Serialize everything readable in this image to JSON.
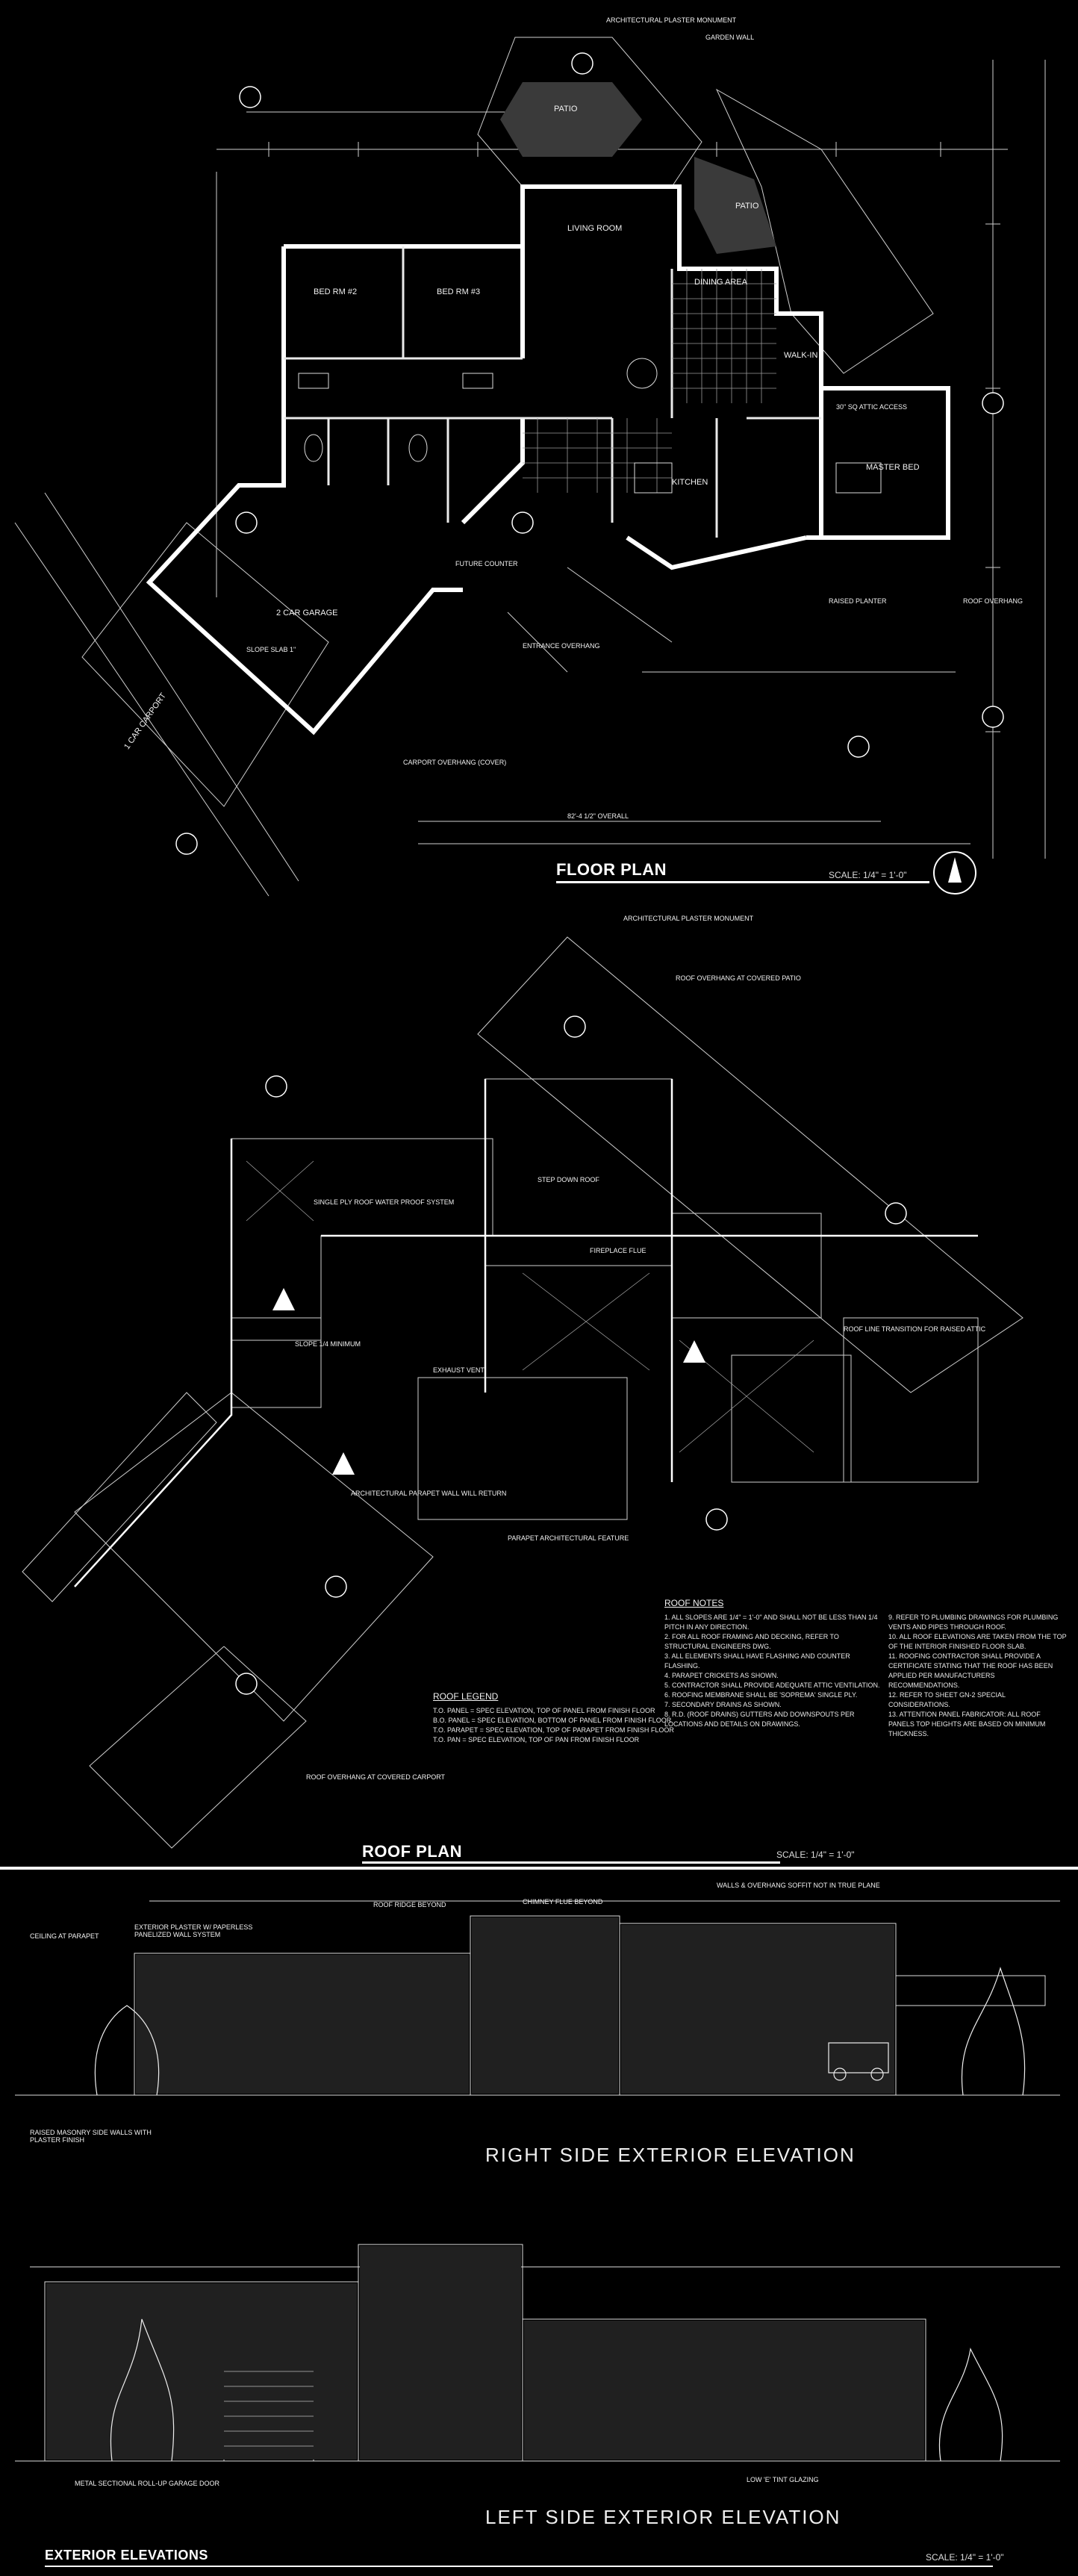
{
  "sheets": {
    "floor_plan": {
      "title": "FLOOR PLAN",
      "scale": "SCALE: 1/4\" = 1'-0\"",
      "rooms": {
        "patio_top": "PATIO",
        "living": "LIVING ROOM",
        "bed2": "BED RM #2",
        "bed3": "BED RM #3",
        "dining": "DINING AREA",
        "master": "MASTER BED",
        "kitchen": "KITCHEN",
        "garage": "2 CAR GARAGE",
        "carport": "1 CAR CARPORT",
        "patio_right": "PATIO",
        "walk_in": "WALK-IN"
      },
      "callouts": {
        "architectural_monument": "ARCHITECTURAL PLASTER MONUMENT",
        "garden_wall": "GARDEN WALL",
        "carport_overhang": "CARPORT OVERHANG (COVER)",
        "entrance_overhang": "ENTRANCE OVERHANG",
        "raised_planter": "RAISED PLANTER",
        "roof_overhang": "ROOF OVERHANG",
        "overall": "82'-4 1/2\" OVERALL",
        "attic_access": "30\" SQ ATTIC ACCESS",
        "future_counter": "FUTURE COUNTER",
        "slope_garage": "SLOPE SLAB 1\""
      }
    },
    "roof_plan": {
      "title": "ROOF PLAN",
      "scale": "SCALE: 1/4\" = 1'-0\"",
      "callouts": {
        "architectural_monument": "ARCHITECTURAL PLASTER MONUMENT",
        "roof_overhang": "ROOF OVERHANG AT COVERED PATIO",
        "single_ply_1": "SINGLE PLY ROOF WATER PROOF SYSTEM",
        "step_down": "STEP DOWN ROOF",
        "fireplace": "FIREPLACE FLUE",
        "roof_line": "ROOF LINE TRANSITION FOR RAISED ATTIC",
        "exhaust": "EXHAUST VENT",
        "parapet": "PARAPET ARCHITECTURAL FEATURE",
        "carport_overhang": "ROOF OVERHANG AT COVERED CARPORT",
        "slope_min": "SLOPE 1/4 MINIMUM",
        "arch_parapet": "ARCHITECTURAL PARAPET WALL WILL RETURN"
      },
      "legend_title": "ROOF LEGEND",
      "legend": "T.O. PANEL = SPEC ELEVATION, TOP OF PANEL FROM FINISH FLOOR\nB.O. PANEL = SPEC ELEVATION, BOTTOM OF PANEL FROM FINISH FLOOR\nT.O. PARAPET = SPEC ELEVATION, TOP OF PARAPET FROM FINISH FLOOR\nT.O. PAN = SPEC ELEVATION, TOP OF PAN FROM FINISH FLOOR",
      "notes_title": "ROOF NOTES",
      "notes_left": "1. ALL SLOPES ARE 1/4\" = 1'-0\" AND SHALL NOT BE LESS THAN 1/4 PITCH IN ANY DIRECTION.\n2. FOR ALL ROOF FRAMING AND DECKING, REFER TO STRUCTURAL ENGINEERS DWG.\n3. ALL ELEMENTS SHALL HAVE FLASHING AND COUNTER FLASHING.\n4. PARAPET CRICKETS AS SHOWN.\n5. CONTRACTOR SHALL PROVIDE ADEQUATE ATTIC VENTILATION.\n6. ROOFING MEMBRANE SHALL BE 'SOPREMA' SINGLE PLY.\n7. SECONDARY DRAINS AS SHOWN.\n8. R.D. (ROOF DRAINS) GUTTERS AND DOWNSPOUTS PER LOCATIONS AND DETAILS ON DRAWINGS.",
      "notes_right": "9. REFER TO PLUMBING DRAWINGS FOR PLUMBING VENTS AND PIPES THROUGH ROOF.\n10. ALL ROOF ELEVATIONS ARE TAKEN FROM THE TOP OF THE INTERIOR FINISHED FLOOR SLAB.\n11. ROOFING CONTRACTOR SHALL PROVIDE A CERTIFICATE STATING THAT THE ROOF HAS BEEN APPLIED PER MANUFACTURERS RECOMMENDATIONS.\n12. REFER TO SHEET GN-2 SPECIAL CONSIDERATIONS.\n13. ATTENTION PANEL FABRICATOR: ALL ROOF PANELS TOP HEIGHTS ARE BASED ON MINIMUM THICKNESS."
    },
    "elevations": {
      "title": "EXTERIOR ELEVATIONS",
      "scale": "SCALE: 1/4\" = 1'-0\"",
      "right_title": "RIGHT SIDE EXTERIOR ELEVATION",
      "left_title": "LEFT SIDE EXTERIOR ELEVATION",
      "callouts": {
        "walls_overhang": "WALLS & OVERHANG SOFFIT NOT IN TRUE PLANE",
        "parapet": "CEILING AT PARAPET",
        "chimney": "CHIMNEY FLUE BEYOND",
        "roof_ridge": "ROOF RIDGE BEYOND",
        "exterior_plaster": "EXTERIOR PLASTER W/ PAPERLESS PANELIZED WALL SYSTEM",
        "raised_masonry": "RAISED MASONRY SIDE WALLS WITH PLASTER FINISH",
        "low_e": "LOW 'E' TINT GLAZING",
        "metal_door": "METAL SECTIONAL ROLL-UP GARAGE DOOR"
      }
    }
  }
}
